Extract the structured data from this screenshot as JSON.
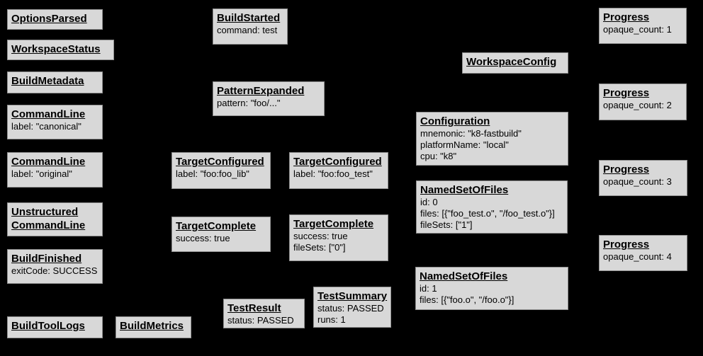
{
  "colors": {
    "background": "#000000",
    "node_fill": "#d8d8d8",
    "node_border": "#8f8f8f",
    "node_text": "#000000"
  },
  "diagram": {
    "nodes": [
      {
        "id": "options-parsed",
        "title": "OptionsParsed",
        "fields": []
      },
      {
        "id": "workspace-status",
        "title": "WorkspaceStatus",
        "fields": []
      },
      {
        "id": "build-metadata",
        "title": "BuildMetadata",
        "fields": []
      },
      {
        "id": "command-line-canonical",
        "title": "CommandLine",
        "fields": [
          "label: \"canonical\""
        ]
      },
      {
        "id": "command-line-original",
        "title": "CommandLine",
        "fields": [
          "label: \"original\""
        ]
      },
      {
        "id": "unstructured-command-line",
        "title": "Unstructured",
        "title2": "CommandLine",
        "fields": []
      },
      {
        "id": "build-finished",
        "title": "BuildFinished",
        "fields": [
          "exitCode: SUCCESS"
        ]
      },
      {
        "id": "build-tool-logs",
        "title": "BuildToolLogs",
        "fields": []
      },
      {
        "id": "build-metrics",
        "title": "BuildMetrics",
        "fields": []
      },
      {
        "id": "build-started",
        "title": "BuildStarted",
        "fields": [
          "command: test"
        ]
      },
      {
        "id": "pattern-expanded",
        "title": "PatternExpanded",
        "fields": [
          "pattern: \"foo/...\""
        ]
      },
      {
        "id": "target-configured-foo-lib",
        "title": "TargetConfigured",
        "fields": [
          "label: \"foo:foo_lib\""
        ]
      },
      {
        "id": "target-configured-foo-test",
        "title": "TargetConfigured",
        "fields": [
          "label: \"foo:foo_test\""
        ]
      },
      {
        "id": "target-complete-foo-lib",
        "title": "TargetComplete",
        "fields": [
          "success: true"
        ]
      },
      {
        "id": "target-complete-foo-test",
        "title": "TargetComplete",
        "fields": [
          "success: true",
          "fileSets: [\"0\"]"
        ]
      },
      {
        "id": "test-result",
        "title": "TestResult",
        "fields": [
          "status: PASSED"
        ]
      },
      {
        "id": "test-summary",
        "title": "TestSummary",
        "fields": [
          "status: PASSED",
          "runs: 1"
        ]
      },
      {
        "id": "workspace-config",
        "title": "WorkspaceConfig",
        "fields": []
      },
      {
        "id": "configuration",
        "title": "Configuration",
        "fields": [
          "mnemonic: \"k8-fastbuild\"",
          "platformName: \"local\"",
          "cpu: \"k8\""
        ]
      },
      {
        "id": "named-set-of-files-0",
        "title": "NamedSetOfFiles",
        "fields": [
          "id: 0",
          "files: [{\"foo_test.o\", \"/foo_test.o\"}]",
          "fileSets: [\"1\"]"
        ]
      },
      {
        "id": "named-set-of-files-1",
        "title": "NamedSetOfFiles",
        "fields": [
          "id: 1",
          "files: [{\"foo.o\", \"/foo.o\"}]"
        ]
      },
      {
        "id": "progress-1",
        "title": "Progress",
        "fields": [
          "opaque_count: 1"
        ]
      },
      {
        "id": "progress-2",
        "title": "Progress",
        "fields": [
          "opaque_count: 2"
        ]
      },
      {
        "id": "progress-3",
        "title": "Progress",
        "fields": [
          "opaque_count: 3"
        ]
      },
      {
        "id": "progress-4",
        "title": "Progress",
        "fields": [
          "opaque_count: 4"
        ]
      }
    ]
  }
}
